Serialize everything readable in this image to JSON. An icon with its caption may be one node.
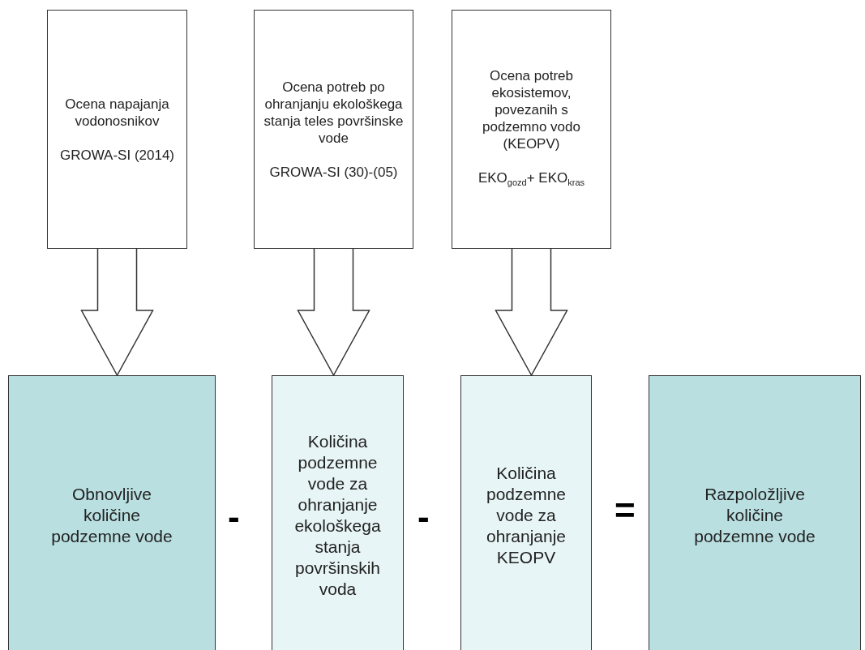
{
  "diagram": {
    "nodes": [
      {
        "text": [
          "Ocena napajanja vodonosnikov",
          "GROWA-SI (2014)"
        ]
      },
      {
        "text": [
          "Ocena potreb po ohranjanju ekološkega stanja teles površinske vode",
          "GROWA-SI (30)-(05)"
        ]
      },
      {
        "text": [
          "Ocena potreb ekosistemov, povezanih s podzemno vodo (KEOPV)",
          "EKO$_{gozd}$+ EKO$_{kras}$"
        ]
      },
      {
        "text": [
          "Obnovljive količine podzemne vode"
        ]
      },
      {
        "text": [
          "Količina podzemne vode za ohranjanje ekološkega stanja površinskih voda"
        ]
      },
      {
        "text": [
          "Količina podzemne vode za ohranjanje KEOPV"
        ]
      },
      {
        "text": [
          "Razpoložljive količine podzemne vode"
        ]
      }
    ],
    "edges": [
      {
        "from": 0,
        "to": 3,
        "arrow": "to"
      },
      {
        "from": 1,
        "to": 4,
        "arrow": "to"
      },
      {
        "from": 2,
        "to": 5,
        "arrow": "to"
      }
    ],
    "labels": [
      "-",
      "-",
      "="
    ]
  }
}
